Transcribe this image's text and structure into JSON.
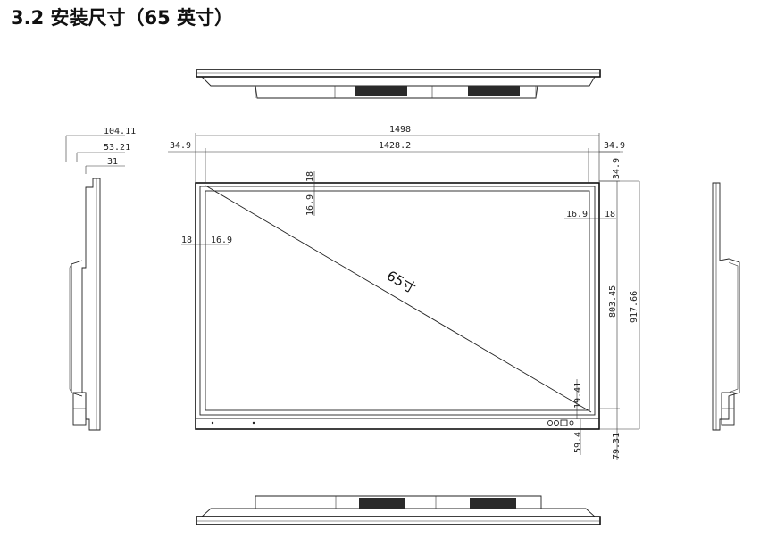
{
  "title": "3.2 安装尺寸（65 英寸）",
  "dimensions": {
    "overall_width": "1498",
    "inner_width": "1428.2",
    "left_margin": "34.9",
    "right_margin": "34.9",
    "top_margin": "34.9",
    "top_bezel_outer": "18",
    "top_bezel_inner": "16.9",
    "right_bezel_inner": "16.9",
    "right_bezel_outer": "18",
    "left_bezel_outer": "18",
    "left_bezel_inner": "16.9",
    "screen_height": "803.45",
    "overall_height": "917.66",
    "bottom_bezel": "19.41",
    "bottom_panel": "59.4",
    "bottom_total": "79.31",
    "depth_total": "104.11",
    "depth_mid": "53.21",
    "depth_front": "31"
  },
  "diagonal_label": "65寸"
}
